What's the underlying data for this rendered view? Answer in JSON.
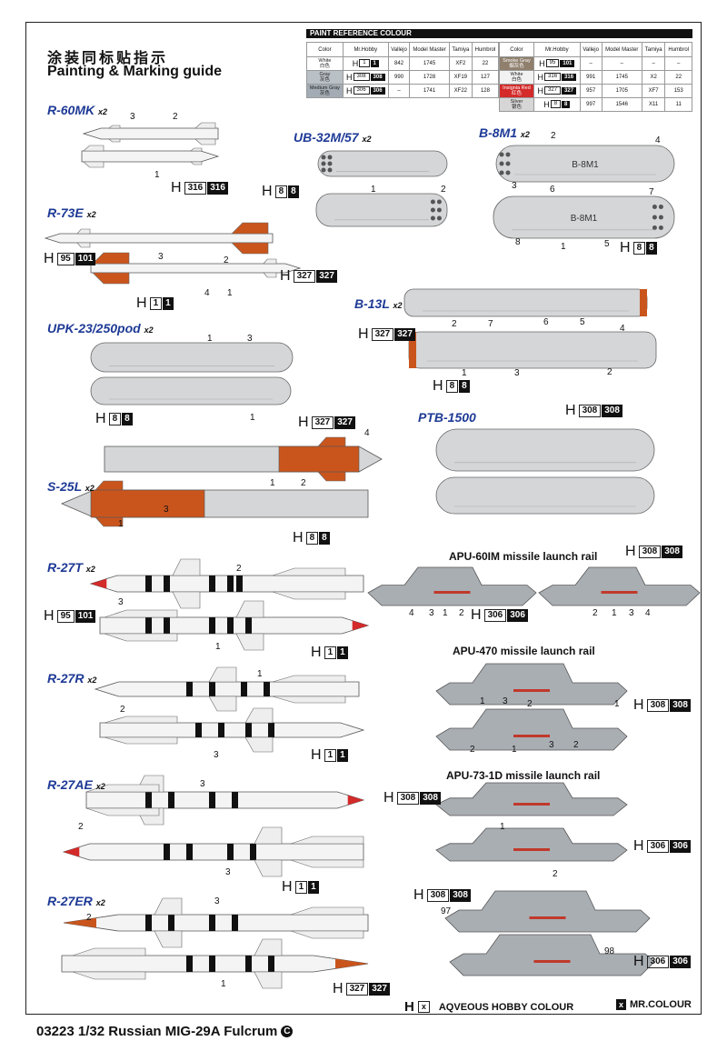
{
  "header": {
    "title_cn": "涂装同标贴指示",
    "title_en": "Painting & Marking guide"
  },
  "paint_reference": {
    "title": "PAINT  REFERENCE COLOUR",
    "columns": [
      "Color",
      "Mr.Hobby",
      "Vallejo",
      "Model Master",
      "Tamiya",
      "Humbrol"
    ],
    "left_rows": [
      {
        "color": "White",
        "color_cn": "白色",
        "swatch": "#ffffff",
        "h_white": "1",
        "h_black": "1",
        "vallejo": "842",
        "model_master": "1745",
        "tamiya": "XF2",
        "humbrol": "22"
      },
      {
        "color": "Gray",
        "color_cn": "灰色",
        "swatch": "#b9c0c6",
        "h_white": "308",
        "h_black": "308",
        "vallejo": "990",
        "model_master": "1728",
        "tamiya": "XF19",
        "humbrol": "127"
      },
      {
        "color": "Medium Gray",
        "color_cn": "灰色",
        "swatch": "#a3acb4",
        "h_white": "306",
        "h_black": "306",
        "vallejo": "–",
        "model_master": "1741",
        "tamiya": "XF22",
        "humbrol": "128"
      }
    ],
    "right_rows": [
      {
        "color": "Smoke Gray",
        "color_cn": "烟灰色",
        "swatch": "#8f7f6c",
        "h_white": "95",
        "h_black": "101",
        "vallejo": "–",
        "model_master": "–",
        "tamiya": "–",
        "humbrol": "–"
      },
      {
        "color": "White",
        "color_cn": "白色",
        "swatch": "#f2f2f2",
        "h_white": "316",
        "h_black": "316",
        "vallejo": "991",
        "model_master": "1745",
        "tamiya": "X2",
        "humbrol": "22"
      },
      {
        "color": "Insignia Red",
        "color_cn": "红色",
        "swatch": "#d42a2a",
        "h_white": "327",
        "h_black": "327",
        "vallejo": "957",
        "model_master": "1705",
        "tamiya": "XF7",
        "humbrol": "153"
      },
      {
        "color": "Silver",
        "color_cn": "银色",
        "swatch": "#d6d6d6",
        "h_white": "8",
        "h_black": "8",
        "vallejo": "997",
        "model_master": "1546",
        "tamiya": "X11",
        "humbrol": "11"
      }
    ]
  },
  "weapons": [
    {
      "name": "R-60MK",
      "qty": "x2"
    },
    {
      "name": "UB-32M/57",
      "qty": "x2"
    },
    {
      "name": "B-8M1",
      "qty": "x2"
    },
    {
      "name": "R-73E",
      "qty": "x2"
    },
    {
      "name": "B-13L",
      "qty": "x2"
    },
    {
      "name": "UPK-23/250pod",
      "qty": "x2"
    },
    {
      "name": "PTB-1500",
      "qty": ""
    },
    {
      "name": "S-25L",
      "qty": "x2"
    },
    {
      "name": "R-27T",
      "qty": "x2"
    },
    {
      "name": "R-27R",
      "qty": "x2"
    },
    {
      "name": "R-27AE",
      "qty": "x2"
    },
    {
      "name": "R-27ER",
      "qty": "x2"
    }
  ],
  "rails": [
    "APU-60IM missile launch rail",
    "APU-470 missile launch rail",
    "APU-73-1D missile launch rail"
  ],
  "pod_marking": "B-8M1",
  "callouts": [
    {
      "w": "316",
      "b": "316"
    },
    {
      "w": "8",
      "b": "8"
    },
    {
      "w": "8",
      "b": "8"
    },
    {
      "w": "95",
      "b": "101"
    },
    {
      "w": "327",
      "b": "327"
    },
    {
      "w": "1",
      "b": "1"
    },
    {
      "w": "327",
      "b": "327"
    },
    {
      "w": "8",
      "b": "8"
    },
    {
      "w": "8",
      "b": "8"
    },
    {
      "w": "327",
      "b": "327"
    },
    {
      "w": "308",
      "b": "308"
    },
    {
      "w": "8",
      "b": "8"
    },
    {
      "w": "308",
      "b": "308"
    },
    {
      "w": "95",
      "b": "101"
    },
    {
      "w": "306",
      "b": "306"
    },
    {
      "w": "1",
      "b": "1"
    },
    {
      "w": "308",
      "b": "308"
    },
    {
      "w": "1",
      "b": "1"
    },
    {
      "w": "308",
      "b": "308"
    },
    {
      "w": "306",
      "b": "306"
    },
    {
      "w": "1",
      "b": "1"
    },
    {
      "w": "308",
      "b": "308"
    },
    {
      "w": "306",
      "b": "306"
    },
    {
      "w": "327",
      "b": "327"
    }
  ],
  "h_prefix": "H",
  "part_numbers": [
    "3",
    "2",
    "1",
    "1",
    "2",
    "2",
    "4",
    "3",
    "6",
    "7",
    "8",
    "1",
    "5",
    "3",
    "2",
    "4",
    "1",
    "1",
    "3",
    "2",
    "7",
    "6",
    "5",
    "4",
    "1",
    "3",
    "2",
    "1",
    "2",
    "4",
    "1",
    "3",
    "1",
    "3",
    "2",
    "1",
    "2",
    "1",
    "3",
    "2",
    "3",
    "3",
    "2",
    "3",
    "1",
    "4",
    "3",
    "1",
    "2",
    "2",
    "1",
    "3",
    "4",
    "1",
    "3",
    "2",
    "1",
    "2",
    "1",
    "3",
    "2",
    "1",
    "2",
    "97",
    "98"
  ],
  "legend": {
    "h_label": "H",
    "x_sym": "x",
    "aqueous": "AQVEOUS HOBBY COLOUR",
    "mr": "MR.COLOUR"
  },
  "footer": {
    "text": "03223 1/32 Russian MIG-29A Fulcrum",
    "badge": "C"
  },
  "colors": {
    "label_blue": "#1e3a96",
    "metal": "#d4d6d8",
    "white": "#f4f4f4",
    "orange": "#c9551d",
    "red": "#d42a2a",
    "rail_gray": "#a9aeb3"
  }
}
